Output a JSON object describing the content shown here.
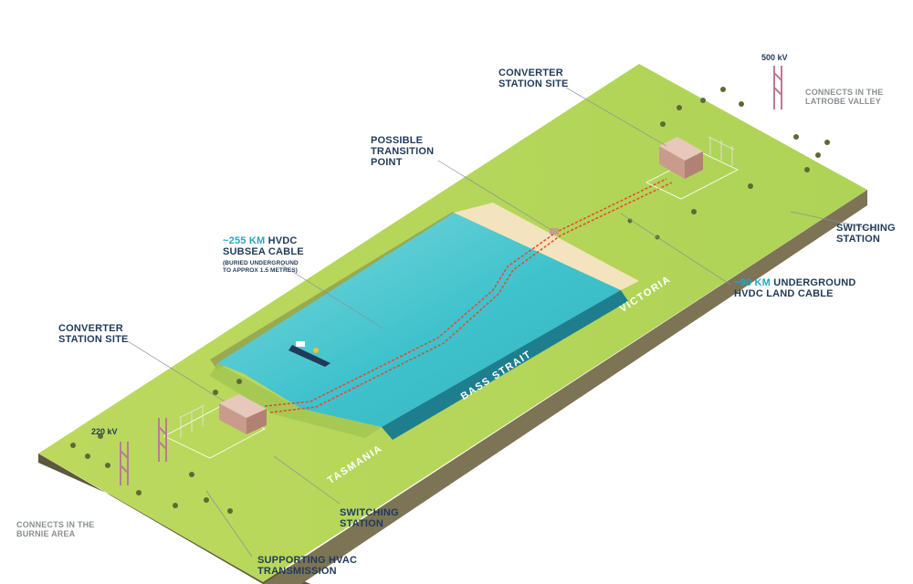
{
  "labels": {
    "converter_vic": [
      "CONVERTER",
      "STATION SITE"
    ],
    "converter_tas": [
      "CONVERTER",
      "STATION SITE"
    ],
    "transition": [
      "POSSIBLE",
      "TRANSITION",
      "POINT"
    ],
    "subsea_highlight": "~255 KM",
    "subsea_rest": "HVDC",
    "subsea_line2": "SUBSEA CABLE",
    "subsea_note": [
      "(BURIED UNDERGROUND",
      "TO APPROX 1.5 METRES)"
    ],
    "land_highlight": "~90 KM",
    "land_rest": "UNDERGROUND",
    "land_line2": "HVDC LAND CABLE",
    "switching_vic": [
      "SWITCHING",
      "STATION"
    ],
    "switching_tas": [
      "SWITCHING",
      "STATION"
    ],
    "hvac": [
      "SUPPORTING HVAC",
      "TRANSMISSION"
    ],
    "latrobe": [
      "CONNECTS IN THE",
      "LATROBE VALLEY"
    ],
    "burnie": [
      "CONNECTS IN THE",
      "BURNIE AREA"
    ],
    "kv_vic": "500 kV",
    "kv_tas": "220 kV"
  },
  "regions": {
    "tasmania": "TASMANIA",
    "bass_strait": "BASS STRAIT",
    "victoria": "VICTORIA"
  },
  "colors": {
    "land": "#b5d65a",
    "soil": "#7d7355",
    "soil_dark": "#5d5640",
    "sea": "#3fc2cc",
    "sea_deep": "#2a8fa0",
    "sand": "#f3e3be",
    "label": "#1f3a5a",
    "accent": "#20a9c6",
    "cable": "#e24a2e"
  }
}
